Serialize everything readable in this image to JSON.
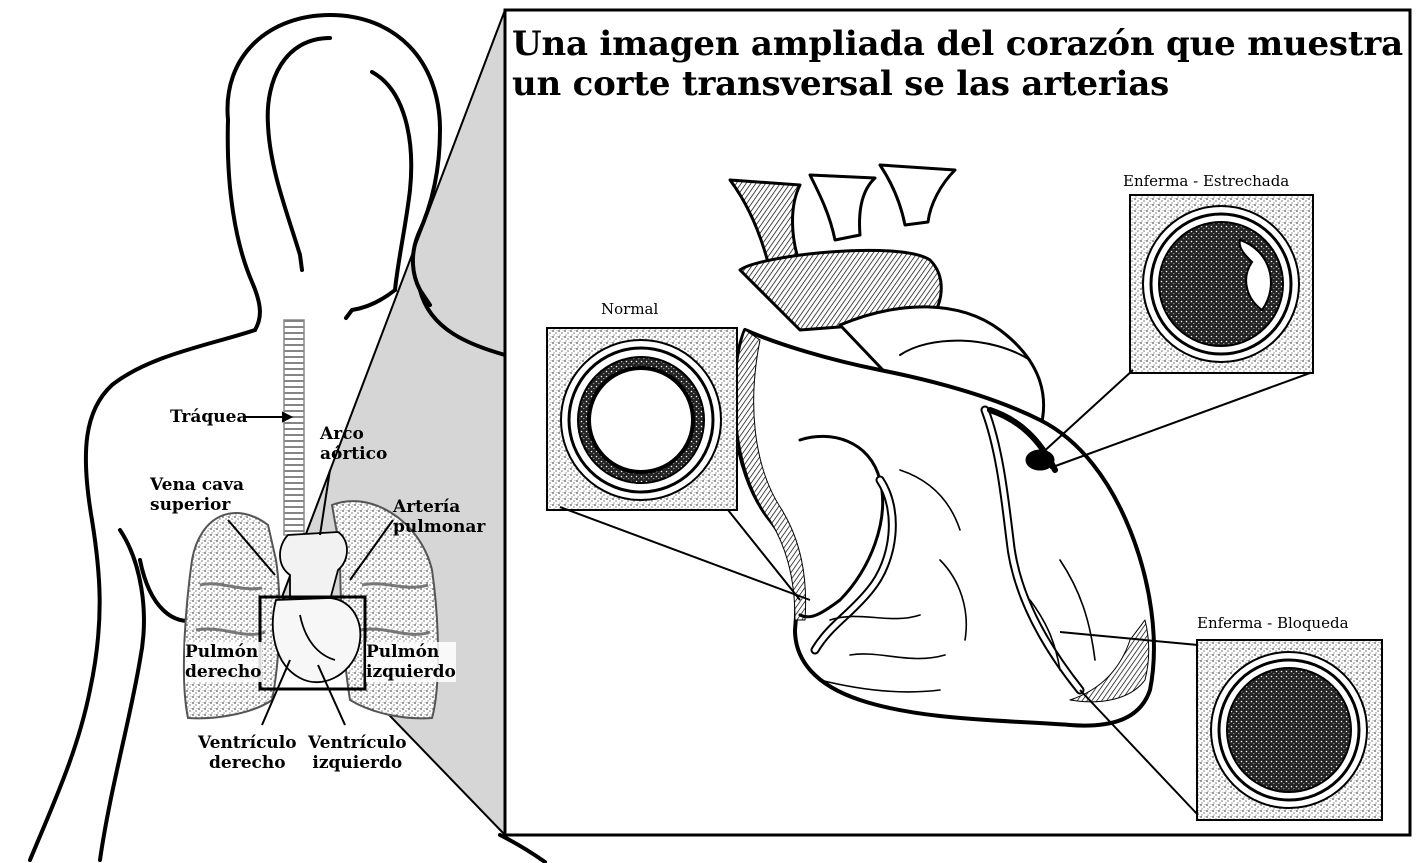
{
  "title": {
    "line1": "Una imagen ampliada del corazón que muestra",
    "line2": "un corte transversal se las arterias"
  },
  "body_labels": {
    "traquea": "Tráquea",
    "arco_line1": "Arco",
    "arco_line2": "aórtico",
    "vena_line1": "Vena cava",
    "vena_line2": "superior",
    "arteria_line1": "Artería",
    "arteria_line2": "pulmonar",
    "pulmon_der_line1": "Pulmón",
    "pulmon_der_line2": "derecho",
    "pulmon_izq_line1": "Pulmón",
    "pulmon_izq_line2": "izquierdo",
    "vent_der_line1": "Ventrículo",
    "vent_der_line2": "derecho",
    "vent_izq_line1": "Ventrículo",
    "vent_izq_line2": "izquierdo"
  },
  "artery_views": {
    "normal": "Normal",
    "narrowed": "Enferma - Estrechada",
    "blocked": "Enferma - Bloqueda"
  },
  "colors": {
    "ink": "#000000",
    "paper": "#ffffff",
    "stipple": "#8a8a8a",
    "shade": "#d9d9d9"
  }
}
